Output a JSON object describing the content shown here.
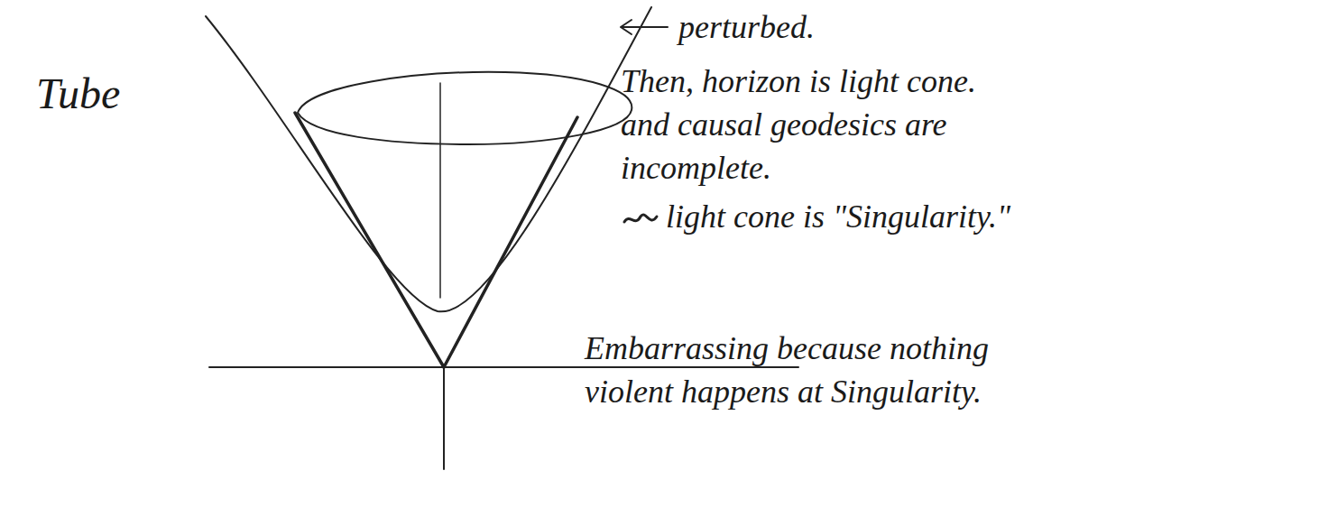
{
  "diagram": {
    "labels": [
      "Tube",
      "perturbed.",
      "Then, horizon is light cone. and causal geodesics are incomplete.",
      "light cone is \"Singularity.\"",
      "Embarrassing because nothing violent happens at Singularity."
    ]
  }
}
